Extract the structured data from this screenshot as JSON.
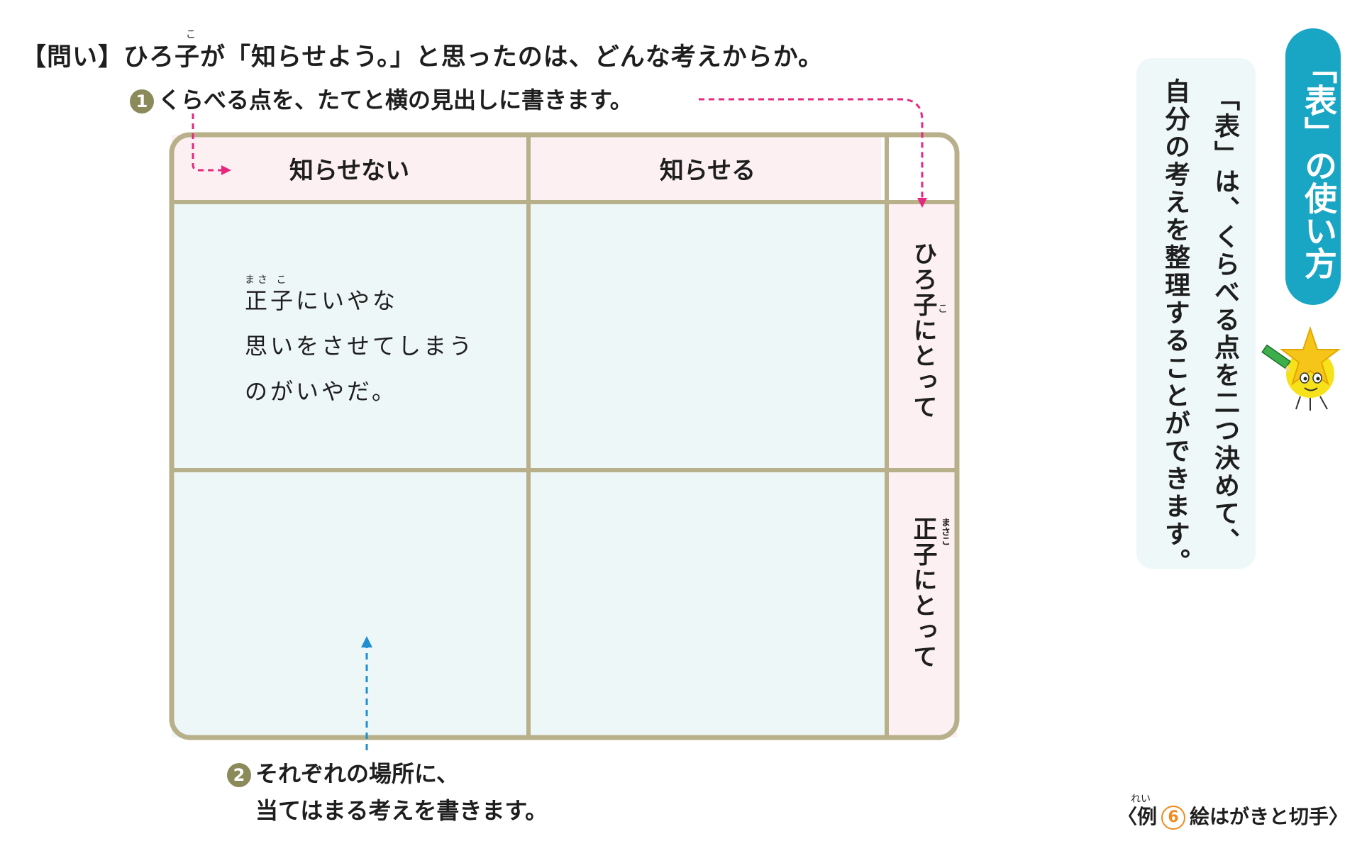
{
  "question": {
    "prefix": "【問い】",
    "text": "ひろ子が「知らせよう。」と思ったのは、どんな考えからか。",
    "ruby_ko": "こ"
  },
  "steps": {
    "step1_num": "1",
    "step1_text": "くらべる点を、たてと横の見出しに書きます。",
    "step2_num": "2",
    "step2_line1": "それぞれの場所に、",
    "step2_line2": "当てはまる考えを書きます。"
  },
  "table": {
    "col_headers": [
      "知らせない",
      "知らせる"
    ],
    "row_headers": [
      "ひろ子にとって",
      "正子にとって"
    ],
    "row1_ruby": "こ",
    "row2_ruby": "まさこ",
    "cell_ruby": "まさ こ",
    "cell_lines": [
      "正子にいやな",
      "思いをさせてしまう",
      "のがいやだ。"
    ]
  },
  "note": {
    "line1": "「表」は、くらべる点を二つ決めて、",
    "line2": "自分の考えを整理することができます。"
  },
  "title": "「表」の使い方",
  "footer": {
    "ruby_rei": "れい",
    "open": "〈例",
    "num": "6",
    "text": "絵はがきと切手〉"
  },
  "colors": {
    "header_bg": "#fdf0f3",
    "cell_bg": "#eef7f7",
    "border": "#b8b08a",
    "arrow_pink": "#e6287f",
    "arrow_blue": "#1f8fd1",
    "title_bg": "#19a5c4"
  },
  "icons": [
    "star-character-icon",
    "pencil-icon"
  ]
}
